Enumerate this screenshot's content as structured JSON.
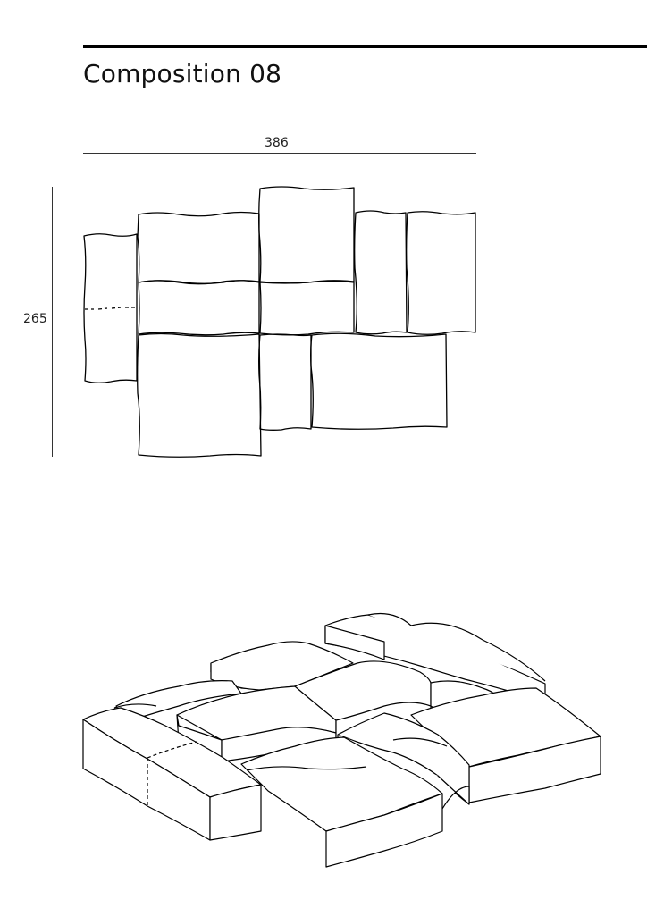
{
  "title": "Composition 08",
  "dimensions": {
    "width": "386",
    "height": "265"
  },
  "colors": {
    "line": "#000000",
    "background": "#ffffff"
  }
}
